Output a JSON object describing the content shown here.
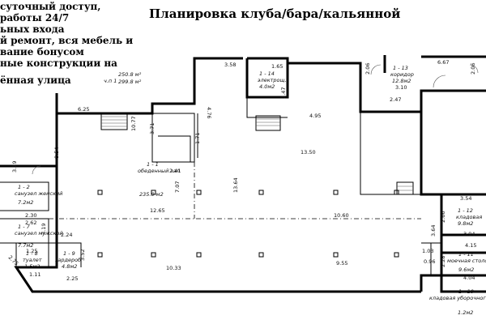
{
  "title": "Планировка клуба/бара/кальянной",
  "notes": [
    "суточный доступ,",
    "работы 24/7",
    "ьных входа",
    "й ремонт, вся мебель и",
    "вание бонусом",
    "ные конструкции на",
    "ённая улица"
  ],
  "area_totals": {
    "line1": "250.8 м²",
    "line2": "299.8 м²",
    "prefix": "ч.п 1"
  },
  "rooms": [
    {
      "num": "1 - 1",
      "name": "обеденный зал",
      "area": "235.0 м2"
    },
    {
      "num": "1 - 14",
      "name": "электрощ.",
      "area": "4.0м2"
    },
    {
      "num": "1 - 13",
      "name": "коридор",
      "area": "12.8м2"
    },
    {
      "num": "1 - 12",
      "name": "кладовая",
      "area": "9.8м2"
    },
    {
      "num": "1 - 11",
      "name": "моечная столовой посуды",
      "area": "9.6м2"
    },
    {
      "num": "1 - 10",
      "name": "кладовая уборочного инвентаря",
      "area": "1.2м2"
    },
    {
      "num": "1 - 2",
      "name": "санузел женский",
      "area": "7.2м2"
    },
    {
      "num": "1 - 7",
      "name": "санузел мужской",
      "area": "7.7м2"
    },
    {
      "num": "1 - 8",
      "name": "туалет",
      "area": "1.5м2"
    },
    {
      "num": "1 - 9",
      "name": "гардероб",
      "area": "4.8м2"
    }
  ],
  "dimensions": {
    "d_3_58": "3.58",
    "d_1_65": "1.65",
    "d_6_67": "6.67",
    "d_2_06a": "2.06",
    "d_2_06b": "2.06",
    "d_3_10": "3.10",
    "d_2_47a": "2.47",
    "d_2_47b": "2.47",
    "d_4_76": "4.76",
    "d_6_25": "6.25",
    "d_4_95": "4.95",
    "d_10_77": "10.77",
    "d_3_71": "3.71",
    "d_1_71": "1.71",
    "d_13_50": "13.50",
    "d_2_41": "2.41",
    "d_8_54": "8.54",
    "d_3_19a": "3.19",
    "d_7_07": "7.07",
    "d_13_64": "13.64",
    "d_12_65": "12.65",
    "d_10_60": "10.60",
    "d_2_30": "2.30",
    "d_2_62": "2.62",
    "d_3_19b": "3.19",
    "d_2_24": "2.24",
    "d_1_25": "1.25",
    "d_3_52": "3.52",
    "d_1_11": "1.11",
    "d_2_75": "2.75",
    "d_2_25": "2.25",
    "d_10_33": "10.33",
    "d_9_55": "9.55",
    "d_3_54": "3.54",
    "d_2_66": "2.66",
    "d_3_64": "3.64",
    "d_3_94": "3.94",
    "d_1_03": "1.03",
    "d_4_15": "4.15",
    "d_0_96": "0.96",
    "d_2_28": "2.28",
    "d_4_04": "4.04"
  }
}
